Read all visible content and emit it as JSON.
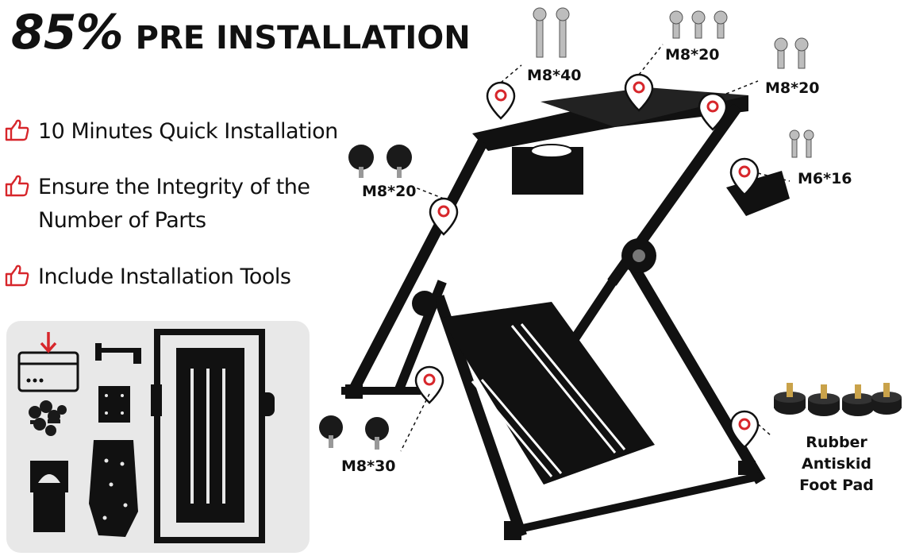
{
  "headline": {
    "percent": "85%",
    "text": "PRE INSTALLATION"
  },
  "features": [
    {
      "text": "10 Minutes Quick Installation"
    },
    {
      "text": "Ensure the Integrity of the\nNumber of Parts"
    },
    {
      "text": "Include Installation Tools"
    }
  ],
  "labels": {
    "m8x40": "M8*40",
    "m8x20_top": "M8*20",
    "m8x20_right": "M8*20",
    "m8x20_knob": "M8*20",
    "m6x16": "M6*16",
    "m8x30": "M8*30",
    "foot_pad": "Rubber Antiskid\nFoot Pad"
  },
  "colors": {
    "accent": "#d7262b",
    "frame": "#111111",
    "panel": "#e8e8e8"
  },
  "icons": [
    "thumbs-up-icon",
    "box-download-icon",
    "location-pin-icon"
  ]
}
